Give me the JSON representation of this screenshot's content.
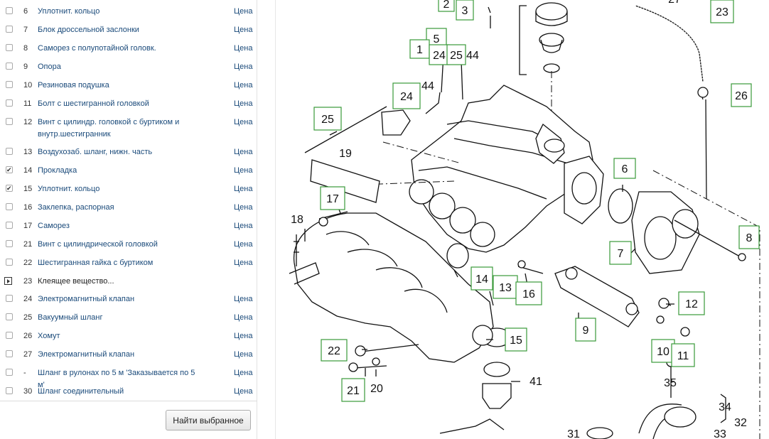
{
  "parts": [
    {
      "num": "6",
      "name": "Уплотнит. кольцо",
      "price": "Цена",
      "checked": false
    },
    {
      "num": "7",
      "name": "Блок дроссельной заслонки",
      "price": "Цена",
      "checked": false
    },
    {
      "num": "8",
      "name": "Саморез с полупотайной головк.",
      "price": "Цена",
      "checked": false
    },
    {
      "num": "9",
      "name": "Опора",
      "price": "Цена",
      "checked": false
    },
    {
      "num": "10",
      "name": "Резиновая подушка",
      "price": "Цена",
      "checked": false
    },
    {
      "num": "11",
      "name": "Болт с шестигранной головкой",
      "price": "Цена",
      "checked": false
    },
    {
      "num": "12",
      "name": "Винт с цилиндр. головкой с буртиком и внутр.шестигранник",
      "price": "Цена",
      "checked": false
    },
    {
      "num": "13",
      "name": "Воздухозаб. шланг, нижн. часть",
      "price": "Цена",
      "checked": false
    },
    {
      "num": "14",
      "name": "Прокладка",
      "price": "Цена",
      "checked": true
    },
    {
      "num": "15",
      "name": "Уплотнит. кольцо",
      "price": "Цена",
      "checked": true
    },
    {
      "num": "16",
      "name": "Заклепка, распорная",
      "price": "Цена",
      "checked": false
    },
    {
      "num": "17",
      "name": "Саморез",
      "price": "Цена",
      "checked": false
    },
    {
      "num": "21",
      "name": "Винт с цилиндрической головкой",
      "price": "Цена",
      "checked": false
    },
    {
      "num": "22",
      "name": "Шестигранная гайка с буртиком",
      "price": "Цена",
      "checked": false
    },
    {
      "num": "23",
      "name": "Клеящее вещество...",
      "price": "",
      "checked": false,
      "group": true
    },
    {
      "num": "24",
      "name": "Электромагнитный клапан",
      "price": "Цена",
      "checked": false
    },
    {
      "num": "25",
      "name": "Вакуумный шланг",
      "price": "Цена",
      "checked": false
    },
    {
      "num": "26",
      "name": "Хомут",
      "price": "Цена",
      "checked": false
    },
    {
      "num": "27",
      "name": "Электромагнитный клапан",
      "price": "Цена",
      "checked": false
    },
    {
      "num": "-",
      "name": "Шланг в рулонах по 5 м 'Заказывается по 5 м'",
      "price": "Цена",
      "checked": false
    },
    {
      "num": "30",
      "name": "Шланг соединительный",
      "price": "Цена",
      "checked": false
    }
  ],
  "find_selected_label": "Найти выбранное",
  "diagram": {
    "callouts": [
      "2",
      "3",
      "5",
      "1",
      "24",
      "25",
      "44",
      "23",
      "26",
      "24",
      "25",
      "6",
      "17",
      "8",
      "7",
      "14",
      "13",
      "16",
      "12",
      "9",
      "10",
      "11",
      "15",
      "22",
      "21"
    ],
    "plain_labels": [
      "27",
      "44",
      "19",
      "18",
      "20",
      "41",
      "35",
      "34",
      "32",
      "31",
      "33"
    ],
    "callout_color": "#3a9a3a"
  }
}
